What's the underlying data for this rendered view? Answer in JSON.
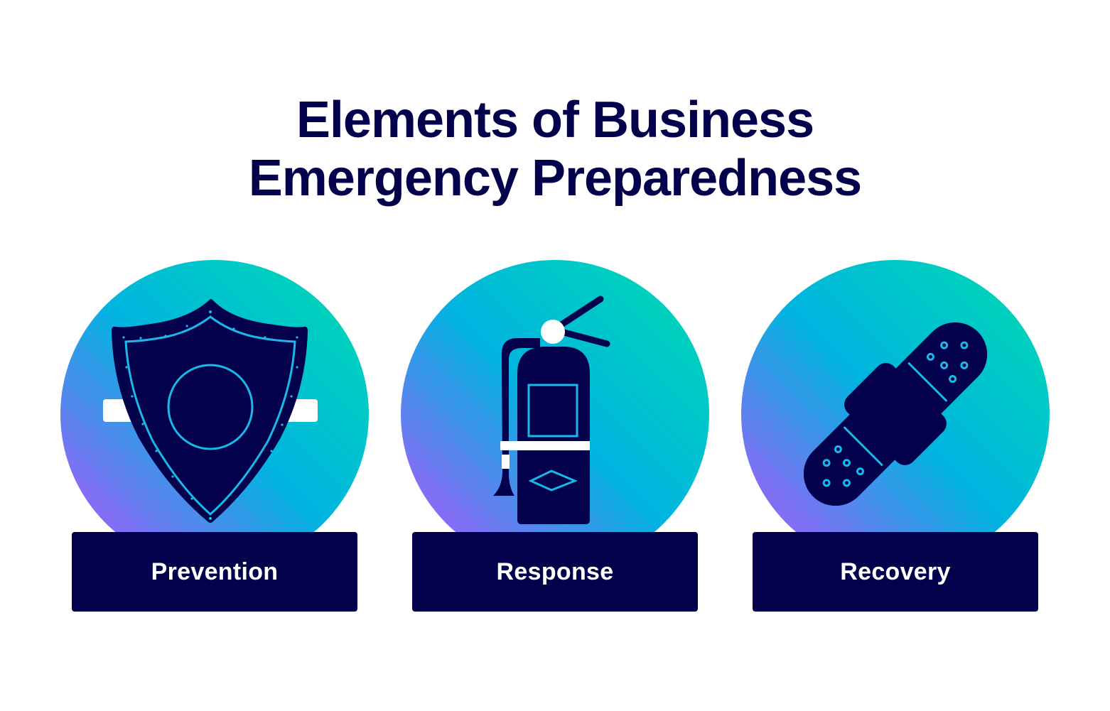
{
  "title": {
    "line1": "Elements of Business",
    "line2": "Emergency Preparedness"
  },
  "colors": {
    "navy": "#03004c",
    "accent_line": "#1ab8e8",
    "gradient_teal": "#00d2b8",
    "gradient_cyan": "#00b4e0",
    "gradient_purple": "#b45cff",
    "white": "#ffffff"
  },
  "elements": [
    {
      "label": "Prevention",
      "icon": "shield-icon"
    },
    {
      "label": "Response",
      "icon": "fire-extinguisher-icon"
    },
    {
      "label": "Recovery",
      "icon": "bandage-icon"
    }
  ]
}
